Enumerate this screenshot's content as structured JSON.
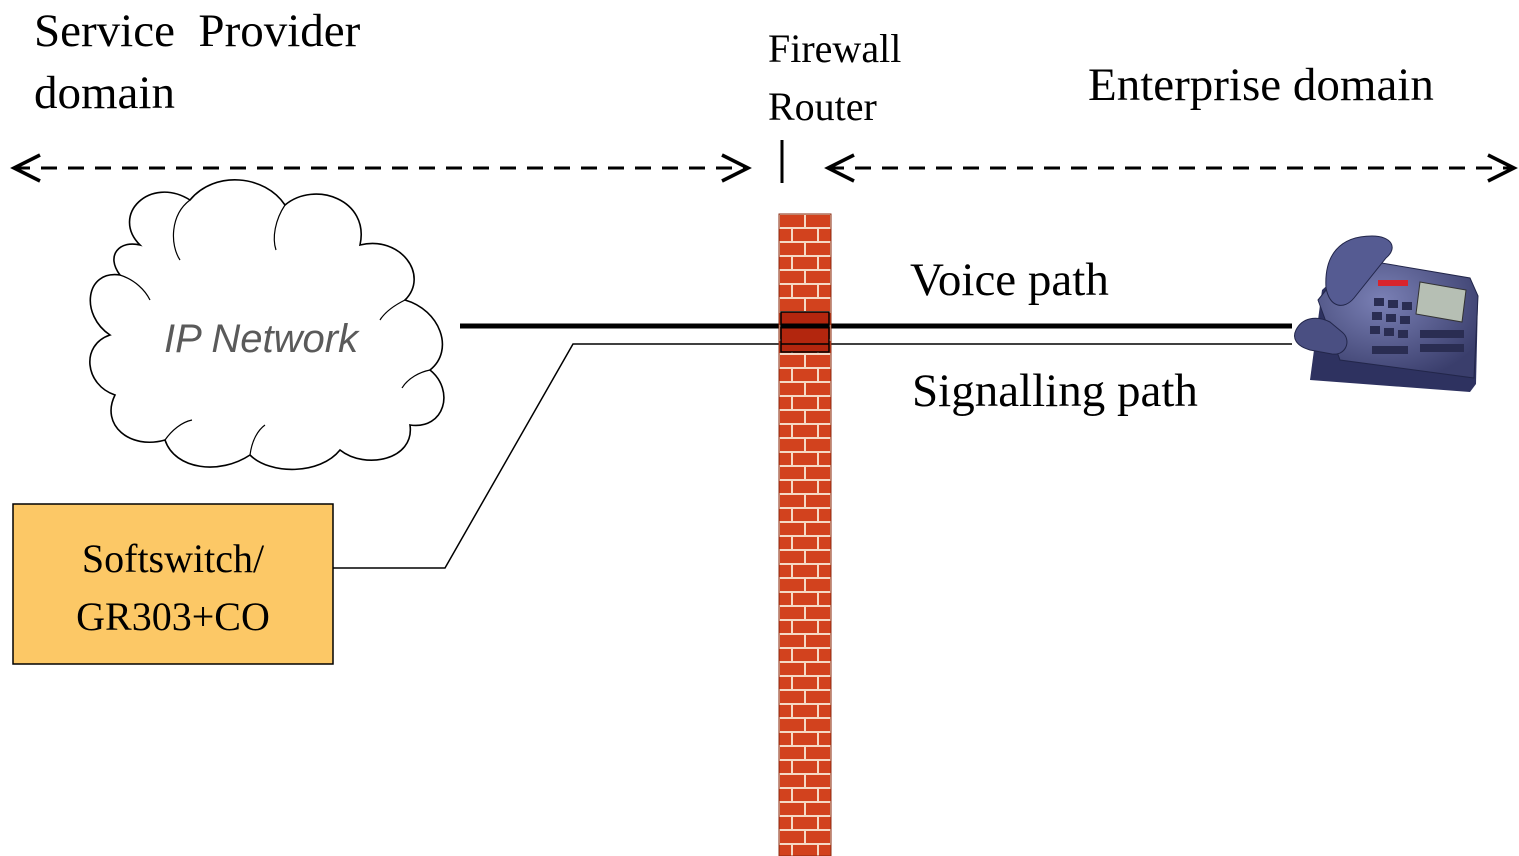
{
  "labels": {
    "provider_line1": "Service  Provider",
    "provider_line2": "domain",
    "firewall": "Firewall",
    "router": "Router",
    "enterprise": "Enterprise domain",
    "cloud": "IP Network",
    "voice_path": "Voice path",
    "signalling_path": "Signalling path",
    "softswitch_line1": "Softswitch/",
    "softswitch_line2": "GR303+CO"
  },
  "icons": {
    "cloud": "cloud-icon",
    "firewall": "brick-wall-icon",
    "phone": "desk-phone-icon"
  },
  "colors": {
    "softswitch_fill": "#fcc866",
    "brick": "#d2421e",
    "mortar": "#f5d9c5",
    "phone_body": "#4a4f82",
    "gateway": "#b3260e"
  }
}
